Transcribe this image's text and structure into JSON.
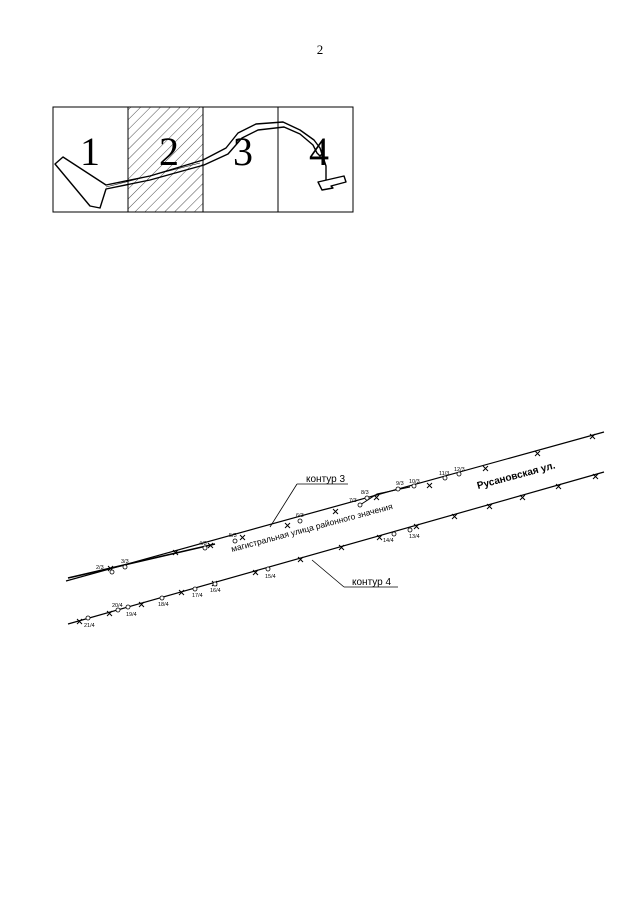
{
  "page_number": "2",
  "key_map": {
    "sheets": [
      {
        "label": "1",
        "highlighted": false
      },
      {
        "label": "2",
        "highlighted": true
      },
      {
        "label": "3",
        "highlighted": false
      },
      {
        "label": "4",
        "highlighted": false
      }
    ]
  },
  "plan": {
    "contour_3_label": "контур 3",
    "contour_4_label": "контур 4",
    "street_label": "Русановская ул.",
    "road_label": "магистральная улица районного значения",
    "contour_3_points": [
      "2/3",
      "3/3",
      "4/3",
      "5/3",
      "6/3",
      "7/3",
      "8/3",
      "9/3",
      "10/3",
      "11/3",
      "12/3"
    ],
    "contour_4_points": [
      "21/4",
      "20/4",
      "19/4",
      "18/4",
      "17/4",
      "16/4",
      "15/4",
      "14/4",
      "13/4"
    ]
  },
  "colors": {
    "ink": "#000000",
    "background": "#ffffff"
  }
}
